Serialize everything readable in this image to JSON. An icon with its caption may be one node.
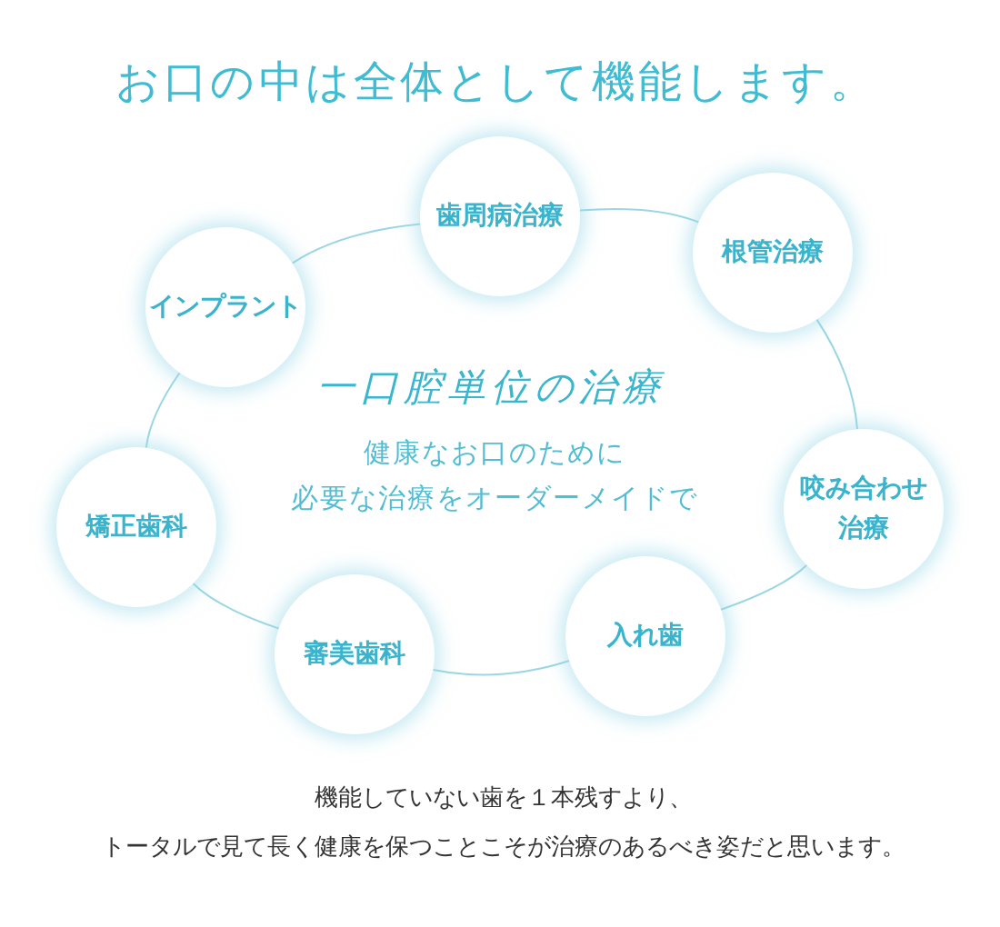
{
  "diagram": {
    "title": "お口の中は全体として機能します。",
    "nodes": [
      {
        "text": [
          "歯周病治療"
        ]
      },
      {
        "text": [
          "根管治療"
        ]
      },
      {
        "text": [
          "咬み合わせ治療"
        ]
      },
      {
        "text": [
          "入れ歯"
        ]
      },
      {
        "text": [
          "審美歯科"
        ]
      },
      {
        "text": [
          "矯正歯科"
        ]
      },
      {
        "text": [
          "インプラント"
        ]
      }
    ],
    "edges": [
      {
        "from": 0,
        "to": 1,
        "arrow": "none"
      },
      {
        "from": 1,
        "to": 2,
        "arrow": "none"
      },
      {
        "from": 2,
        "to": 3,
        "arrow": "none"
      },
      {
        "from": 3,
        "to": 4,
        "arrow": "none"
      },
      {
        "from": 4,
        "to": 5,
        "arrow": "none"
      },
      {
        "from": 5,
        "to": 6,
        "arrow": "none"
      },
      {
        "from": 6,
        "to": 0,
        "arrow": "none"
      }
    ],
    "labels": [
      "一口腔単位の治療",
      "健康なお口のために必要な治療をオーダーメイドで"
    ],
    "caption": "機能していない歯を１本残すより、トータルで見て長く健康を保つことこそが治療のあるべき姿だと思います。"
  }
}
